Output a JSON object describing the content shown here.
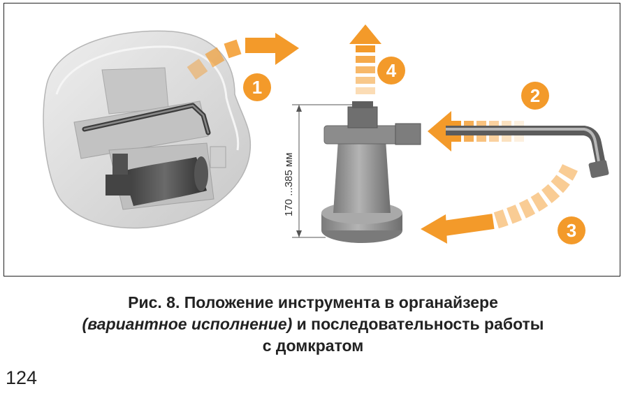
{
  "figure": {
    "dimension_label": "170 ...385 мм",
    "steps": [
      "1",
      "2",
      "3",
      "4"
    ],
    "colors": {
      "accent": "#f39a2a",
      "gray_part": "#9a9a9a",
      "organizer": "#d9d9d9"
    }
  },
  "caption": {
    "line1": "Рис. 8. Положение инструмента в органайзере",
    "line2_italic": "(вариантное исполнение)",
    "line2_rest": " и последовательность работы",
    "line3": "с домкратом"
  },
  "page_number": "124"
}
